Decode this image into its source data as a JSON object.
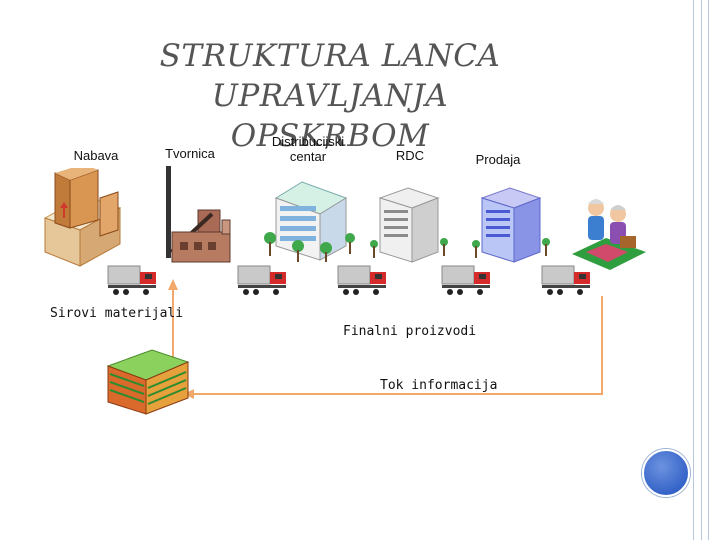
{
  "title_line1": "STRUKTURA LANCA UPRAVLJANJA",
  "title_line2": "OPSKRBOM",
  "stages": {
    "nabava": "Nabava",
    "tvornica": "Tvornica",
    "distribucijski_1": "Distribucijski",
    "distribucijski_2": "centar",
    "rdc": "RDC",
    "prodaja": "Prodaja"
  },
  "flows": {
    "sirovi": "Sirovi materijali",
    "finalni": "Finalni proizvodi",
    "tok": "Tok informacija"
  },
  "colors": {
    "arrow": "#f2a86b",
    "title": "#555555",
    "accent_circle": "#3a67c9"
  }
}
